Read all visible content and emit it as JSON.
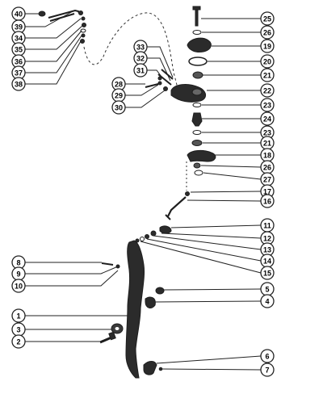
{
  "diagram": {
    "callouts": [
      {
        "id": "c40",
        "label": "40"
      },
      {
        "id": "c39",
        "label": "39"
      },
      {
        "id": "c34",
        "label": "34"
      },
      {
        "id": "c35",
        "label": "35"
      },
      {
        "id": "c36",
        "label": "36"
      },
      {
        "id": "c37",
        "label": "37"
      },
      {
        "id": "c38",
        "label": "38"
      },
      {
        "id": "c33",
        "label": "33"
      },
      {
        "id": "c32",
        "label": "32"
      },
      {
        "id": "c31",
        "label": "31"
      },
      {
        "id": "c28",
        "label": "28"
      },
      {
        "id": "c29",
        "label": "29"
      },
      {
        "id": "c30",
        "label": "30"
      },
      {
        "id": "c25",
        "label": "25"
      },
      {
        "id": "c26a",
        "label": "26"
      },
      {
        "id": "c19",
        "label": "19"
      },
      {
        "id": "c20",
        "label": "20"
      },
      {
        "id": "c21a",
        "label": "21"
      },
      {
        "id": "c22",
        "label": "22"
      },
      {
        "id": "c23a",
        "label": "23"
      },
      {
        "id": "c24",
        "label": "24"
      },
      {
        "id": "c23b",
        "label": "23"
      },
      {
        "id": "c21b",
        "label": "21"
      },
      {
        "id": "c18",
        "label": "18"
      },
      {
        "id": "c26b",
        "label": "26"
      },
      {
        "id": "c27",
        "label": "27"
      },
      {
        "id": "c17",
        "label": "17"
      },
      {
        "id": "c16",
        "label": "16"
      },
      {
        "id": "c11",
        "label": "11"
      },
      {
        "id": "c12",
        "label": "12"
      },
      {
        "id": "c13",
        "label": "13"
      },
      {
        "id": "c14",
        "label": "14"
      },
      {
        "id": "c15",
        "label": "15"
      },
      {
        "id": "c8",
        "label": "8"
      },
      {
        "id": "c9",
        "label": "9"
      },
      {
        "id": "c10",
        "label": "10"
      },
      {
        "id": "c5",
        "label": "5"
      },
      {
        "id": "c4",
        "label": "4"
      },
      {
        "id": "c1",
        "label": "1"
      },
      {
        "id": "c3",
        "label": "3"
      },
      {
        "id": "c2",
        "label": "2"
      },
      {
        "id": "c6",
        "label": "6"
      },
      {
        "id": "c7",
        "label": "7"
      }
    ]
  }
}
